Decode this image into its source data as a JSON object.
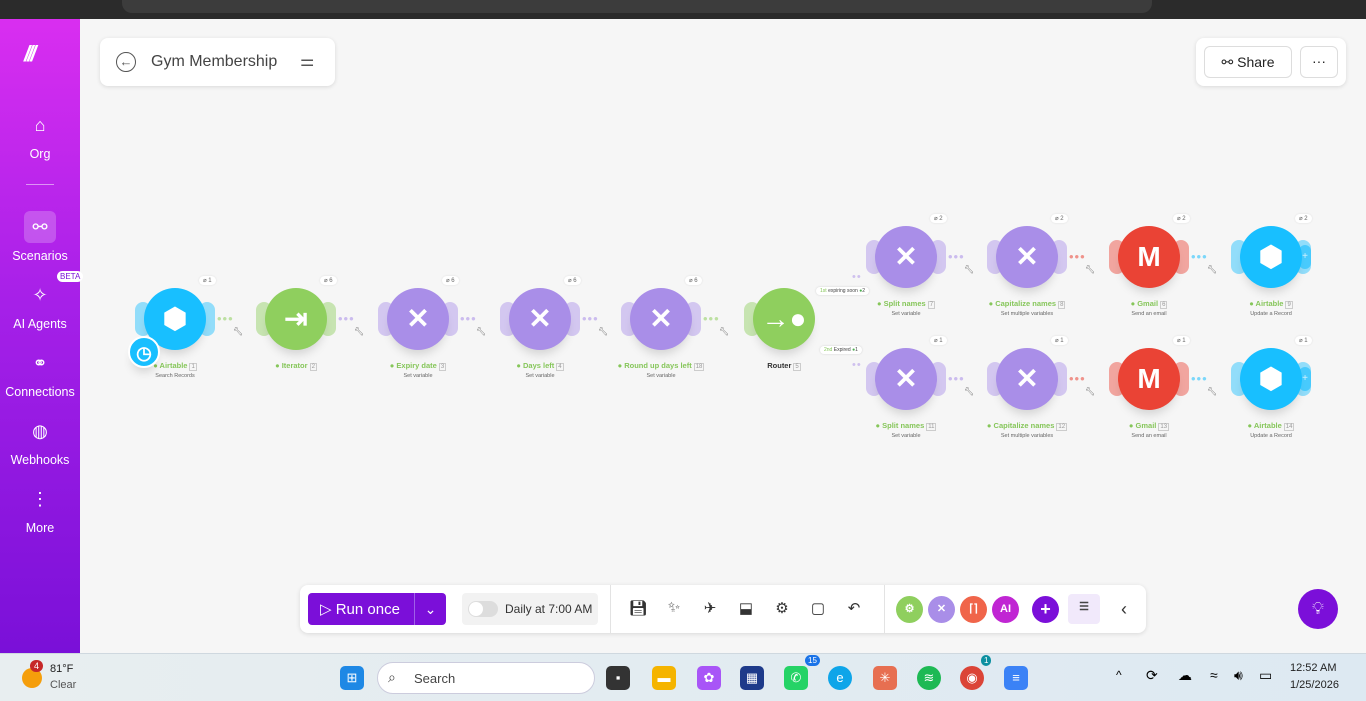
{
  "sidebar": {
    "items": [
      {
        "label": "Org",
        "icon": "home-icon"
      },
      {
        "label": "Scenarios",
        "icon": "share-icon"
      },
      {
        "label": "AI Agents",
        "icon": "ai-icon",
        "badge": "BETA"
      },
      {
        "label": "Connections",
        "icon": "link-icon"
      },
      {
        "label": "Webhooks",
        "icon": "globe-icon"
      },
      {
        "label": "More",
        "icon": "more-icon"
      }
    ]
  },
  "header": {
    "title": "Gym Membership",
    "share": "Share",
    "more": "···"
  },
  "nodes": [
    {
      "name": "Airtable",
      "num": "1",
      "sub": "Search Records",
      "ops": "1",
      "color": "#18bfff",
      "icon": "airtable"
    },
    {
      "name": "Iterator",
      "num": "2",
      "sub": "",
      "ops": "6",
      "color": "#8fcf5e",
      "icon": "iterator"
    },
    {
      "name": "Expiry date",
      "num": "3",
      "sub": "Set variable",
      "ops": "6",
      "color": "#a98ee8",
      "icon": "tools"
    },
    {
      "name": "Days left",
      "num": "4",
      "sub": "Set variable",
      "ops": "6",
      "color": "#a98ee8",
      "icon": "tools"
    },
    {
      "name": "Round up days left",
      "num": "18",
      "sub": "Set variable",
      "ops": "6",
      "color": "#a98ee8",
      "icon": "tools"
    },
    {
      "name": "Router",
      "num": "5",
      "sub": "",
      "ops": "",
      "color": "#8fcf5e",
      "icon": "router"
    },
    {
      "name": "Split names",
      "num": "7",
      "sub": "Set variable",
      "ops": "2",
      "color": "#a98ee8",
      "icon": "tools"
    },
    {
      "name": "Capitalize names",
      "num": "8",
      "sub": "Set multiple variables",
      "ops": "2",
      "color": "#a98ee8",
      "icon": "tools"
    },
    {
      "name": "Gmail",
      "num": "6",
      "sub": "Send an email",
      "ops": "2",
      "color": "#ea4335",
      "icon": "gmail"
    },
    {
      "name": "Airtable",
      "num": "9",
      "sub": "Update a Record",
      "ops": "2",
      "color": "#18bfff",
      "icon": "airtable"
    },
    {
      "name": "Split names",
      "num": "11",
      "sub": "Set variable",
      "ops": "1",
      "color": "#a98ee8",
      "icon": "tools"
    },
    {
      "name": "Capitalize names",
      "num": "12",
      "sub": "Set multiple variables",
      "ops": "1",
      "color": "#a98ee8",
      "icon": "tools"
    },
    {
      "name": "Gmail",
      "num": "13",
      "sub": "Send an email",
      "ops": "1",
      "color": "#ea4335",
      "icon": "gmail"
    },
    {
      "name": "Airtable",
      "num": "14",
      "sub": "Update a Record",
      "ops": "1",
      "color": "#18bfff",
      "icon": "airtable"
    }
  ],
  "routes": [
    {
      "order": "1st",
      "label": "expiring soon",
      "count": "2"
    },
    {
      "order": "2nd",
      "label": "Expired",
      "count": "1"
    }
  ],
  "toolbar": {
    "run": "Run once",
    "schedule": "Daily at 7:00 AM",
    "ai": "AI"
  },
  "taskbar": {
    "weather_temp": "81°F",
    "weather_desc": "Clear",
    "weather_badge": "4",
    "search": "Search",
    "whatsapp_count": "15",
    "chrome_count": "1",
    "time": "12:52 AM",
    "date": "1/25/2026"
  },
  "colors": {
    "accent": "#7b0fd9"
  }
}
